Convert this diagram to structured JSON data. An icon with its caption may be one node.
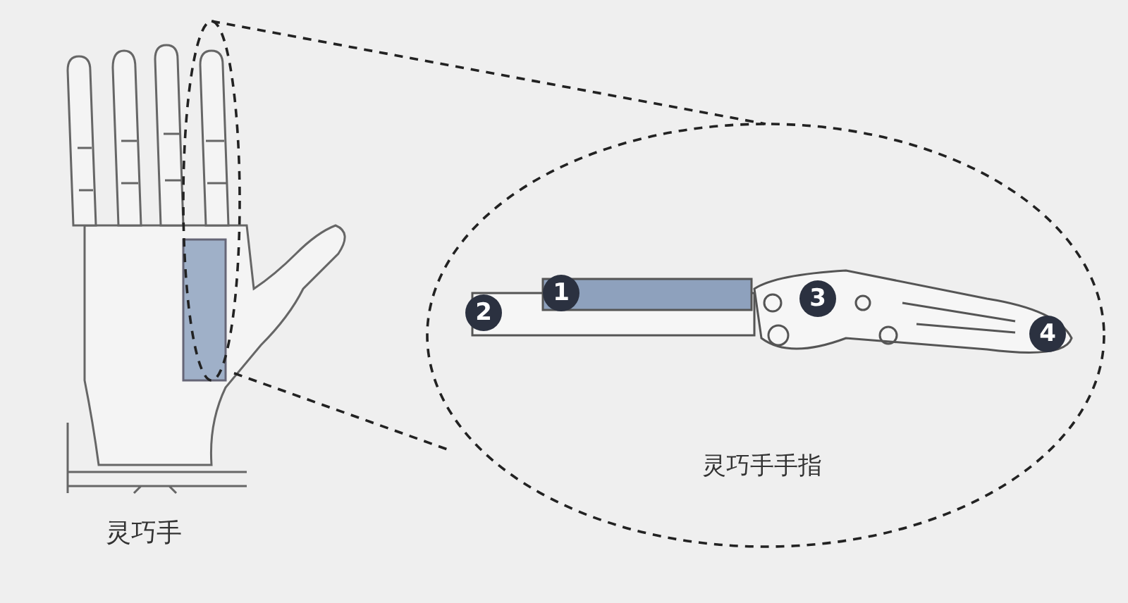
{
  "diagram": {
    "nodes": [
      {
        "text": [],
        "shape": "circle"
      },
      {
        "text": [
          "灵巧手手指"
        ]
      }
    ],
    "edges": [
      {
        "from": 0,
        "to": 1,
        "arrow": "none",
        "style": "dashed"
      },
      {
        "from": 0,
        "to": 1,
        "arrow": "none",
        "style": "dashed"
      }
    ],
    "labels": [
      "1",
      "2",
      "3",
      "4",
      "灵巧手"
    ]
  }
}
